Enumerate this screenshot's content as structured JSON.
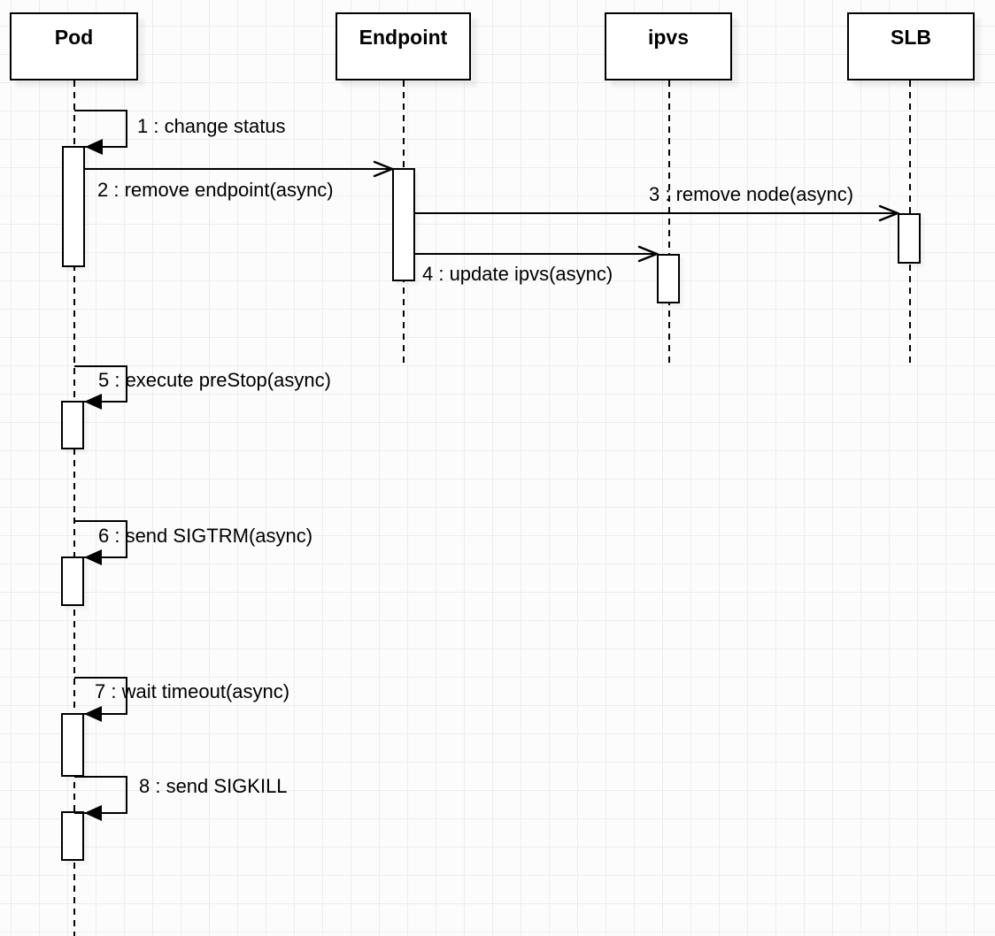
{
  "diagram": {
    "kind": "uml-sequence-diagram",
    "topic": "Pod termination / graceful shutdown flow",
    "actors": [
      {
        "name": "Pod"
      },
      {
        "name": "Endpoint"
      },
      {
        "name": "ipvs"
      },
      {
        "name": "SLB"
      }
    ],
    "messages": [
      {
        "seq": 1,
        "label": "1 : change status",
        "from": "Pod",
        "to": "Pod",
        "style": "self-filled-arrow"
      },
      {
        "seq": 2,
        "label": "2 : remove endpoint(async)",
        "from": "Pod",
        "to": "Endpoint",
        "style": "async-open-arrow"
      },
      {
        "seq": 3,
        "label": "3 : remove node(async)",
        "from": "Endpoint",
        "to": "SLB",
        "style": "async-open-arrow"
      },
      {
        "seq": 4,
        "label": "4 : update ipvs(async)",
        "from": "Endpoint",
        "to": "ipvs",
        "style": "async-open-arrow"
      },
      {
        "seq": 5,
        "label": "5 : execute preStop(async)",
        "from": "Pod",
        "to": "Pod",
        "style": "self-filled-arrow"
      },
      {
        "seq": 6,
        "label": "6 : send SIGTRM(async)",
        "from": "Pod",
        "to": "Pod",
        "style": "self-filled-arrow"
      },
      {
        "seq": 7,
        "label": "7 : wait timeout(async)",
        "from": "Pod",
        "to": "Pod",
        "style": "self-filled-arrow"
      },
      {
        "seq": 8,
        "label": "8 : send SIGKILL",
        "from": "Pod",
        "to": "Pod",
        "style": "self-filled-arrow"
      }
    ],
    "colors": {
      "line": "#000000",
      "shape_fill": "#ffffff",
      "background": "#fcfcfc",
      "grid_line": "#ededed"
    }
  }
}
